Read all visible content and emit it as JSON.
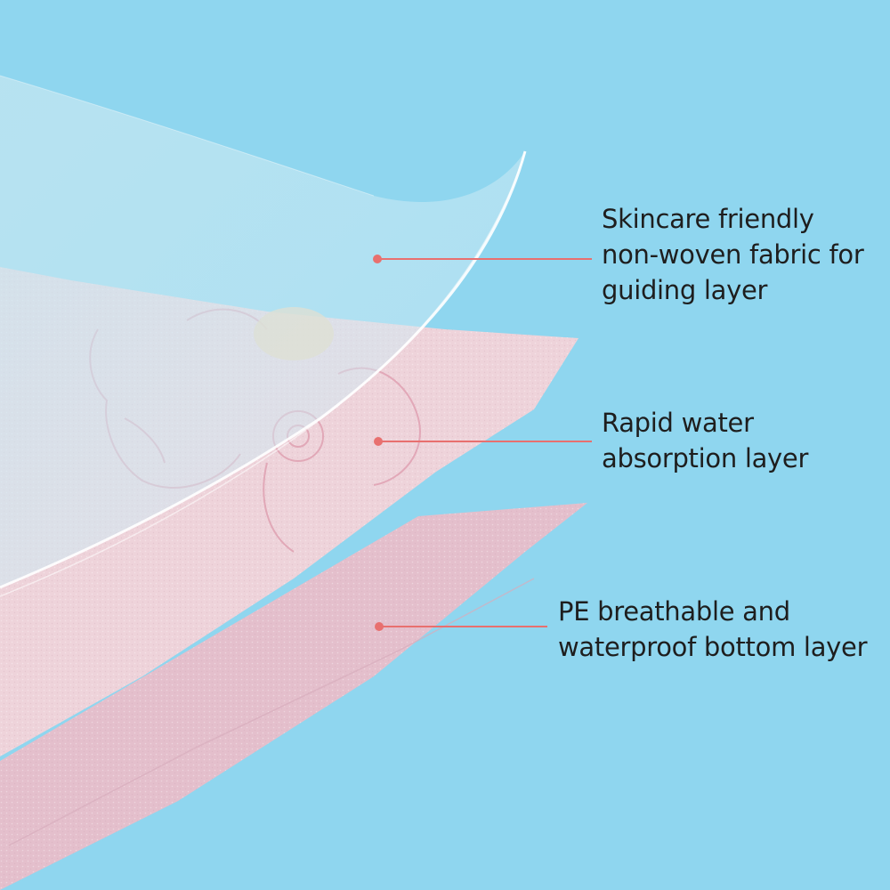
{
  "background_color": "#8fd6ef",
  "pointer_color": "#e8706f",
  "layers": [
    {
      "name": "guiding-layer",
      "color": "#b5dcea",
      "lines": [
        "Skincare friendly",
        "non-woven fabric for",
        "guiding layer"
      ]
    },
    {
      "name": "absorption-layer",
      "color": "#efd5dc",
      "lines": [
        "Rapid water",
        "absorption layer"
      ]
    },
    {
      "name": "bottom-layer",
      "color": "#e7c3d0",
      "lines": [
        "PE breathable and",
        "waterproof bottom layer"
      ]
    }
  ]
}
